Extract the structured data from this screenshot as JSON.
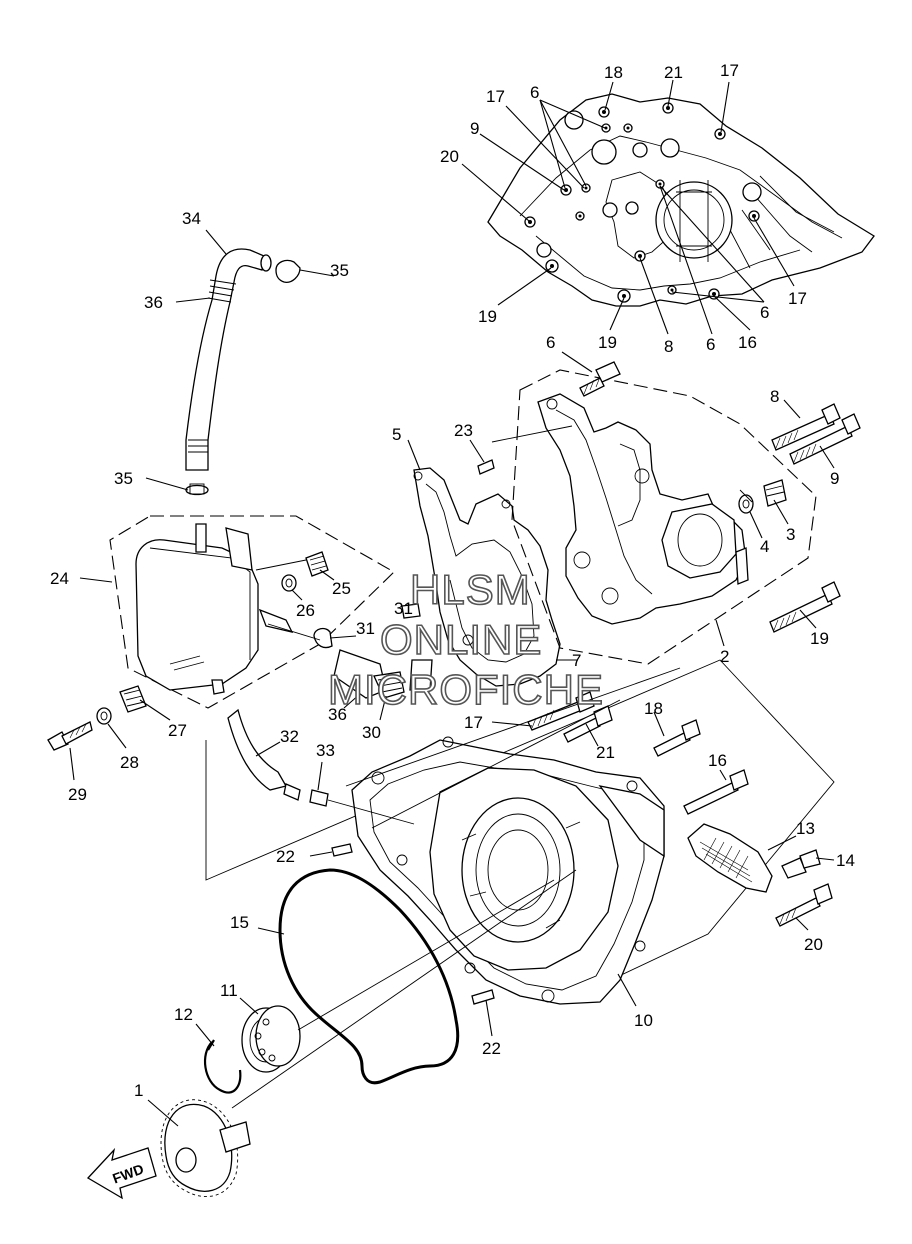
{
  "figure": {
    "watermark_lines": [
      "HLSM",
      "ONLINE",
      "MICROFICHE"
    ],
    "direction_arrow_label": "FWD"
  },
  "callouts": [
    "1",
    "2",
    "3",
    "4",
    "5",
    "6",
    "7",
    "8",
    "9",
    "10",
    "11",
    "12",
    "13",
    "14",
    "15",
    "16",
    "17",
    "18",
    "19",
    "20",
    "21",
    "22",
    "23",
    "24",
    "25",
    "26",
    "27",
    "28",
    "29",
    "30",
    "31",
    "32",
    "33",
    "34",
    "35",
    "36"
  ],
  "labels": {
    "c1": "1",
    "c2": "2",
    "c3": "3",
    "c4": "4",
    "c5": "5",
    "c6a": "6",
    "c6b": "6",
    "c6c": "6",
    "c6d": "6",
    "c7": "7",
    "c8a": "8",
    "c8b": "8",
    "c9a": "9",
    "c9b": "9",
    "c10": "10",
    "c11": "11",
    "c12": "12",
    "c13": "13",
    "c14": "14",
    "c15": "15",
    "c16a": "16",
    "c16b": "16",
    "c17a": "17",
    "c17b": "17",
    "c17c": "17",
    "c17d": "17",
    "c18a": "18",
    "c18b": "18",
    "c19a": "19",
    "c19b": "19",
    "c19c": "19",
    "c20a": "20",
    "c20b": "20",
    "c21a": "21",
    "c21b": "21",
    "c22a": "22",
    "c22b": "22",
    "c23": "23",
    "c24": "24",
    "c25": "25",
    "c26": "26",
    "c27": "27",
    "c28": "28",
    "c29": "29",
    "c30": "30",
    "c31a": "31",
    "c31b": "31",
    "c32": "32",
    "c33": "33",
    "c34": "34",
    "c35a": "35",
    "c35b": "35",
    "c36a": "36",
    "c36b": "36"
  }
}
